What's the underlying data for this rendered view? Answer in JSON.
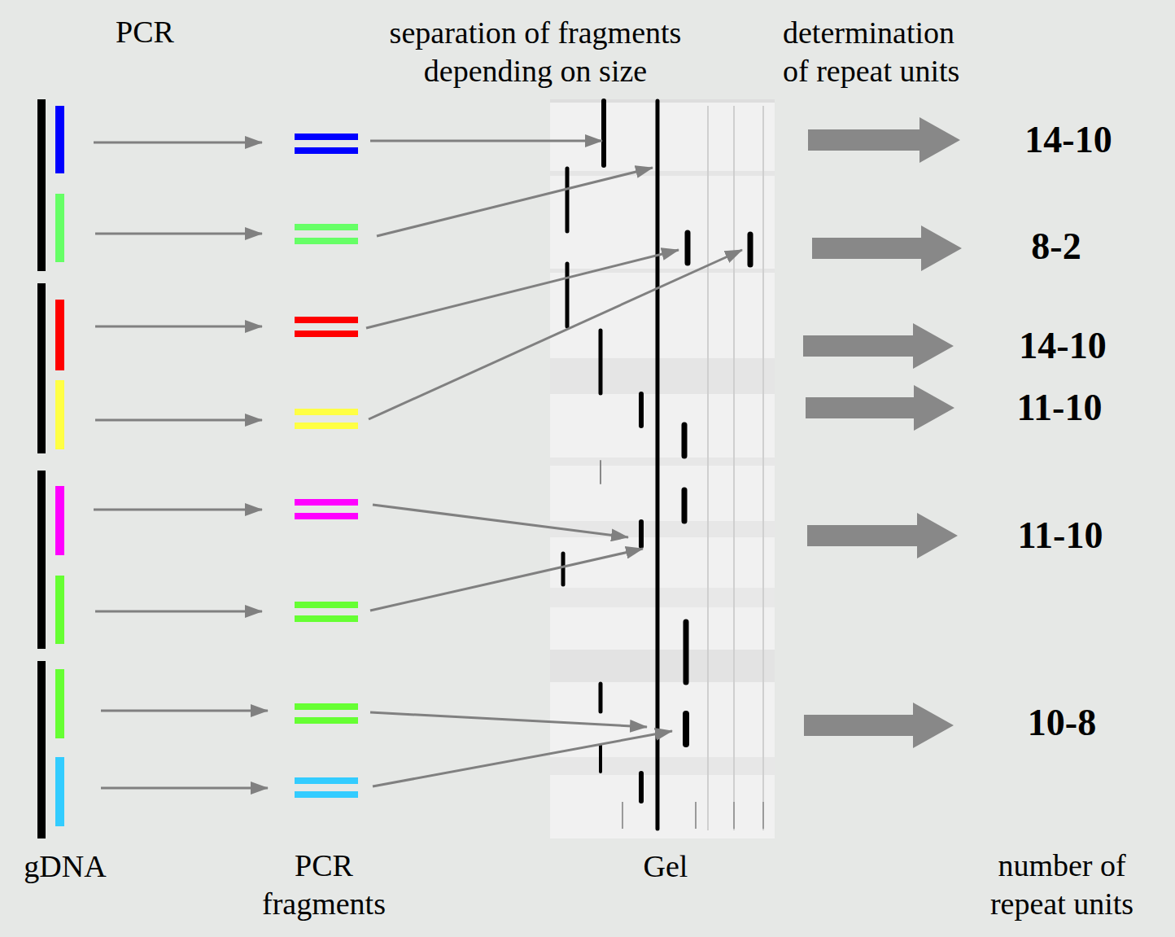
{
  "diagram": {
    "labels": [
      "PCR",
      "separation of fragments depending on size",
      "determination of repeat units",
      "14-10",
      "8-2",
      "14-10",
      "11-10",
      "11-10",
      "10-8",
      "gDNA",
      "PCR fragments",
      "Gel",
      "number of repeat units"
    ]
  }
}
